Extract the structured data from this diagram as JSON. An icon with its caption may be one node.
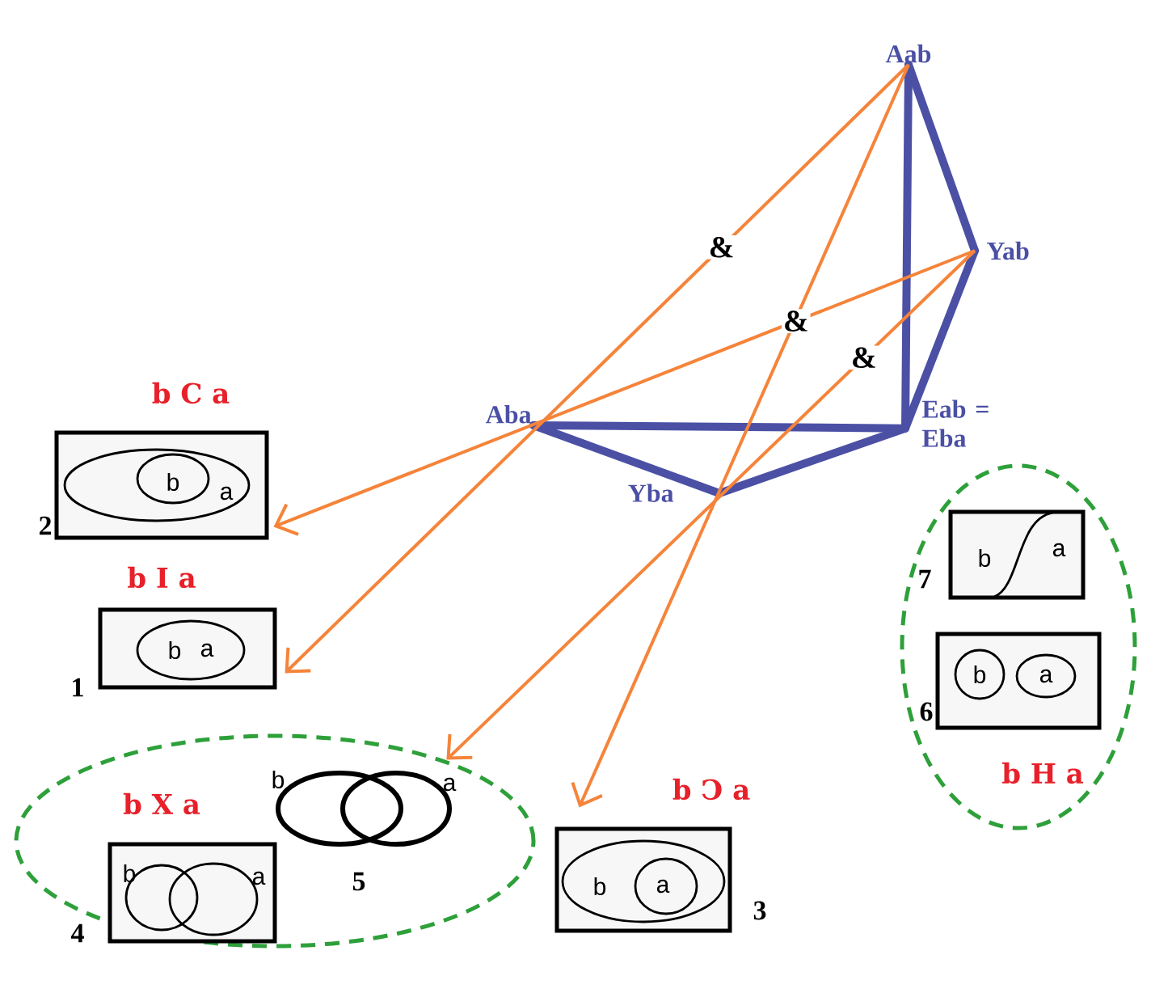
{
  "diagram": {
    "nodes": [
      {
        "text": [
          "Aab"
        ]
      },
      {
        "text": [
          "Yab"
        ]
      },
      {
        "text": [
          "Eab = Eba"
        ]
      },
      {
        "text": [
          "Aba"
        ]
      },
      {
        "text": [
          "Yba"
        ]
      },
      {
        "text": [
          "b C a",
          "b",
          "a"
        ],
        "beside": [
          "2"
        ]
      },
      {
        "text": [
          "b I a",
          "b",
          "a"
        ],
        "beside": [
          "1"
        ]
      },
      {
        "text": [
          "b X a"
        ]
      },
      {
        "text": [
          "b",
          "a"
        ],
        "beside": [
          "4"
        ],
        "in": 7
      },
      {
        "text": [
          "b",
          "a"
        ],
        "beside": [
          "5"
        ],
        "in": 7
      },
      {
        "text": [
          "b Ↄ a",
          "b",
          "a"
        ],
        "beside": [
          "3"
        ]
      },
      {
        "text": [
          "b H a"
        ]
      },
      {
        "text": [
          "b",
          "a"
        ],
        "beside": [
          "7"
        ],
        "in": 11
      },
      {
        "text": [
          "b",
          "a"
        ],
        "beside": [
          "6"
        ],
        "in": 11
      }
    ],
    "edges": [
      {
        "from": 0,
        "to": 2,
        "arrow": "none"
      },
      {
        "from": 0,
        "to": 1,
        "arrow": "none"
      },
      {
        "from": 1,
        "to": 2,
        "arrow": "none"
      },
      {
        "from": 3,
        "to": 2,
        "arrow": "none"
      },
      {
        "from": 3,
        "to": 4,
        "arrow": "none"
      },
      {
        "from": 4,
        "to": 2,
        "arrow": "none"
      },
      {
        "from": 0,
        "to": 6,
        "arrow": "to",
        "label": "&",
        "color": "#f5843a"
      },
      {
        "from": 1,
        "to": 5,
        "arrow": "to",
        "label": "&",
        "color": "#f5843a"
      },
      {
        "from": 0,
        "to": 10,
        "arrow": "to",
        "color": "#f5843a"
      },
      {
        "from": 1,
        "to": 9,
        "arrow": "to",
        "label": "&",
        "color": "#f5843a"
      }
    ]
  }
}
